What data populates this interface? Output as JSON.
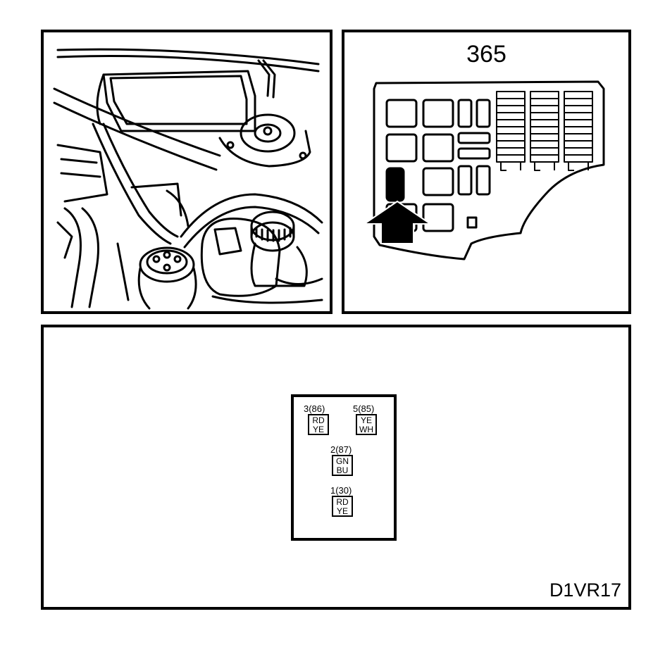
{
  "fusebox": {
    "number": "365"
  },
  "connector": {
    "pins": [
      {
        "id": "3(86)",
        "wire1": "RD",
        "wire2": "YE"
      },
      {
        "id": "5(85)",
        "wire1": "YE",
        "wire2": "WH"
      },
      {
        "id": "2(87)",
        "wire1": "GN",
        "wire2": "BU"
      },
      {
        "id": "1(30)",
        "wire1": "RD",
        "wire2": "YE"
      }
    ]
  },
  "diagram_code": "D1VR17"
}
